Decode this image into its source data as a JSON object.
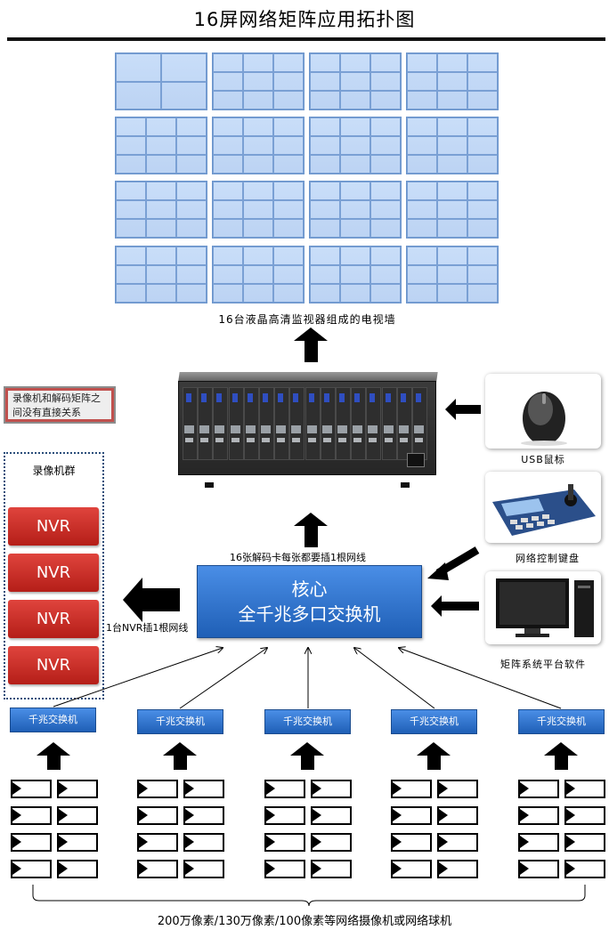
{
  "title": "16屏网络矩阵应用拓扑图",
  "wall_caption": "16台液晶高清监视器组成的电视墙",
  "decoder_label": "16张解码卡每张都要插1根网线",
  "core_switch": {
    "line1": "核心",
    "line2": "全千兆多口交换机"
  },
  "nvr_link_label": "1台NVR插1根网线",
  "note": "录像机和解码矩阵之间没有直接关系",
  "nvr_group": {
    "title": "录像机群",
    "items": [
      "NVR",
      "NVR",
      "NVR",
      "NVR"
    ]
  },
  "peripherals": {
    "mouse": "USB鼠标",
    "keyboard": "网络控制键盘",
    "software": "矩阵系统平台软件"
  },
  "access_switches": [
    "千兆交换机",
    "千兆交换机",
    "千兆交换机",
    "千兆交换机",
    "千兆交换机"
  ],
  "cameras_caption": "200万像素/130万像素/100像素等网络摄像机或网络球机",
  "colors": {
    "switch_blue": "#2f72cf",
    "nvr_red": "#c9302a",
    "screen_blue": "#c7dcf8"
  }
}
